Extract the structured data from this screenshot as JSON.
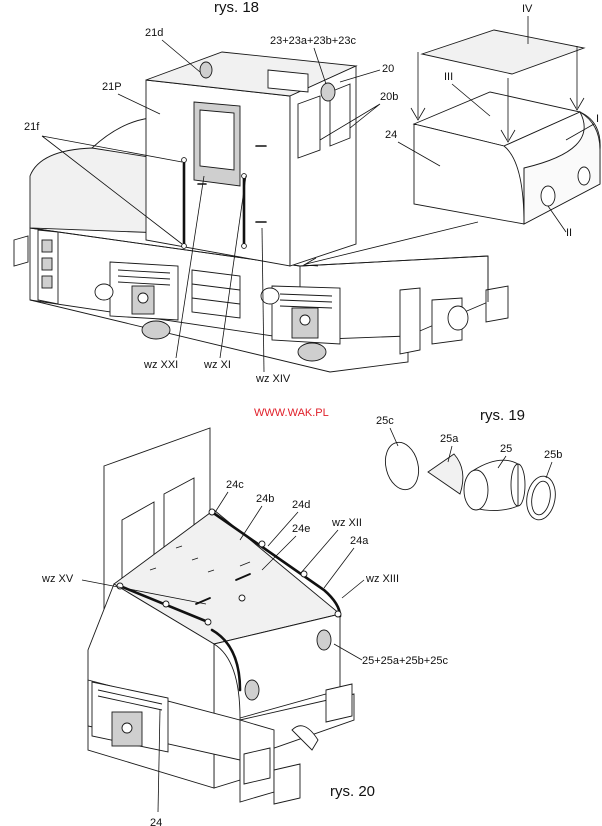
{
  "figures": {
    "fig18": {
      "title": "rys. 18",
      "labels": {
        "p21d": "21d",
        "p23": "23+23a+23b+23c",
        "p20": "20",
        "p20b": "20b",
        "p21P": "21P",
        "p21f": "21f",
        "p24": "24",
        "pIV": "IV",
        "pIII": "III",
        "pI": "I",
        "pII": "II",
        "wzXXI": "wz XXI",
        "wzXI": "wz XI",
        "wzXIV": "wz XIV"
      }
    },
    "fig19": {
      "title": "rys. 19",
      "labels": {
        "p25c": "25c",
        "p25a": "25a",
        "p25": "25",
        "p25b": "25b"
      }
    },
    "fig20": {
      "title": "rys. 20",
      "labels": {
        "p24c": "24c",
        "p24b": "24b",
        "p24d": "24d",
        "p24e": "24e",
        "wzXII": "wz XII",
        "p24a": "24a",
        "wzXV": "wz XV",
        "wzXIII": "wz XIII",
        "p25all": "25+25a+25b+25c",
        "p24": "24"
      }
    }
  },
  "watermark": "WWW.WAK.PL",
  "colors": {
    "watermark": "#e0202a",
    "line": "#1a1a1a",
    "paper": "#ffffff"
  }
}
